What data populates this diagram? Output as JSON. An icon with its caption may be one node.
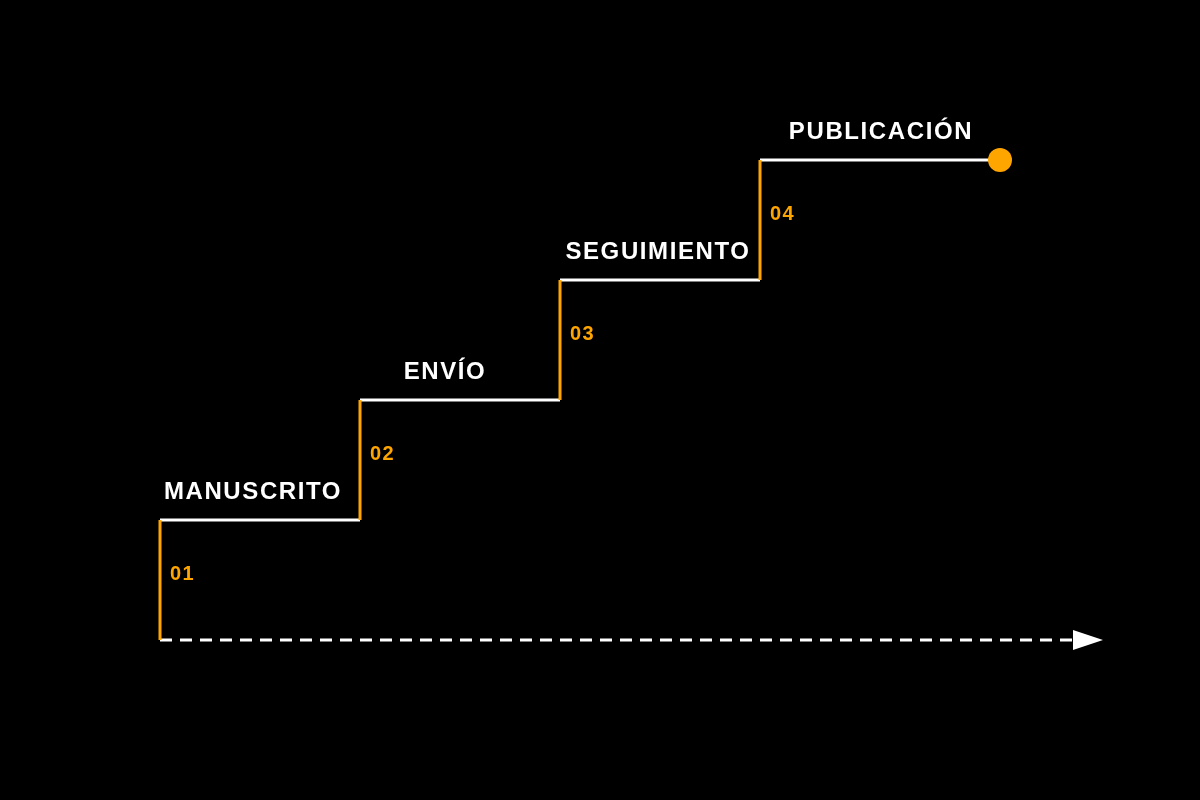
{
  "diagram": {
    "labels": [
      "PUBLICACIÓN",
      "04",
      "SEGUIMIENTO",
      "03",
      "ENVÍO",
      "02",
      "MANUSCRITO",
      "01"
    ]
  }
}
